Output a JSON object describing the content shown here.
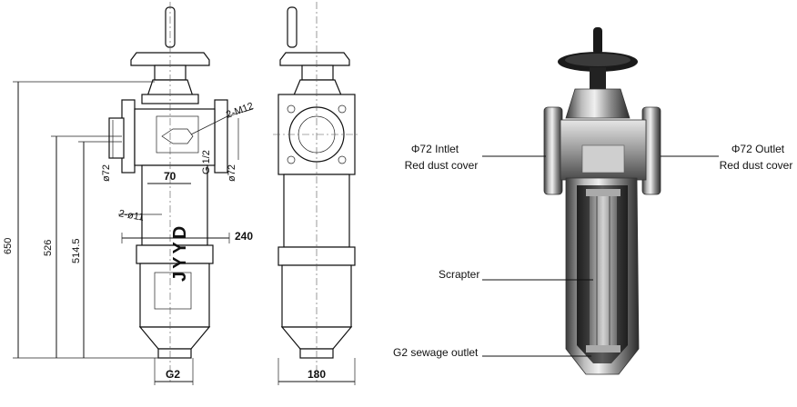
{
  "colors": {
    "line": "#111111",
    "steel_dark": "#2f2f2f",
    "steel_mid": "#8a8a8a",
    "steel_light": "#d8d8d8",
    "handwheel": "#1a1a1a"
  },
  "drawing": {
    "dims": {
      "overall_height": "650",
      "inlet_height": "526",
      "outlet_height": "514.5",
      "flange_left": "ø72",
      "flange_right": "ø72",
      "width_70": "70",
      "mount_holes": "2-ø11",
      "width_240": "240",
      "bolt": "2-M12",
      "g_port": "G 1/2",
      "drain": "G2",
      "side_width": "180"
    },
    "body_lettering": "JYYD"
  },
  "photo": {
    "labels": {
      "inlet_line1": "Φ72 Intlet",
      "inlet_line2": "Red dust cover",
      "outlet_line1": "Φ72 Outlet",
      "outlet_line2": "Red dust cover",
      "scrapter": "Scrapter",
      "sewage": "G2 sewage outlet"
    }
  }
}
